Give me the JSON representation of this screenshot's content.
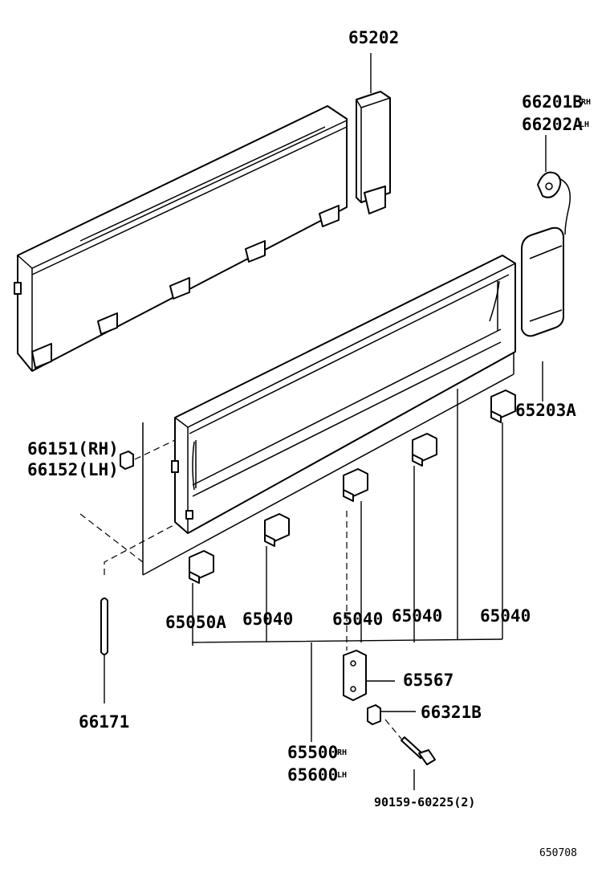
{
  "diagram_id": "650708",
  "labels": {
    "p65202": "65202",
    "p66201b": "66201B",
    "p66201b_side": "RH",
    "p66202a": "66202A",
    "p66202a_side": "LH",
    "p65203a": "65203A",
    "p66151": "66151(RH)",
    "p66152": "66152(LH)",
    "p65050a": "65050A",
    "p65040_1": "65040",
    "p65040_2": "65040",
    "p65040_3": "65040",
    "p65040_4": "65040",
    "p65567": "65567",
    "p66321b": "66321B",
    "p66171": "66171",
    "p65500": "65500",
    "p65500_side": "RH",
    "p65600": "65600",
    "p65600_side": "LH",
    "p90159": "90159-60225(2)"
  }
}
